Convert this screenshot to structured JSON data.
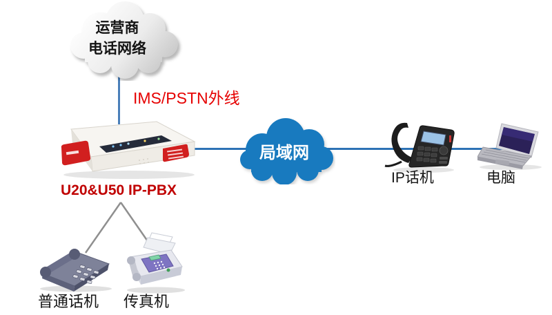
{
  "diagram": {
    "carrier_cloud": {
      "line1": "运营商",
      "line2": "电话网络"
    },
    "trunk_link_label": "IMS/PSTN外线",
    "pbx": {
      "label": "U20&U50 IP-PBX"
    },
    "lan_cloud": {
      "label": "局域网"
    },
    "ip_phone": {
      "label": "IP话机"
    },
    "pc": {
      "label": "电脑"
    },
    "analog_phone": {
      "label": "普通话机"
    },
    "fax": {
      "label": "传真机"
    },
    "colors": {
      "trunk_line": "#4a7fba",
      "lan_line": "#2d72b5",
      "branch_line": "#8f8f8f",
      "trunk_label_red": "#e60000",
      "pbx_label_red": "#c00000",
      "lan_cloud_blue": "#187abf",
      "carrier_cloud_gray": "#c9c9c9"
    }
  }
}
